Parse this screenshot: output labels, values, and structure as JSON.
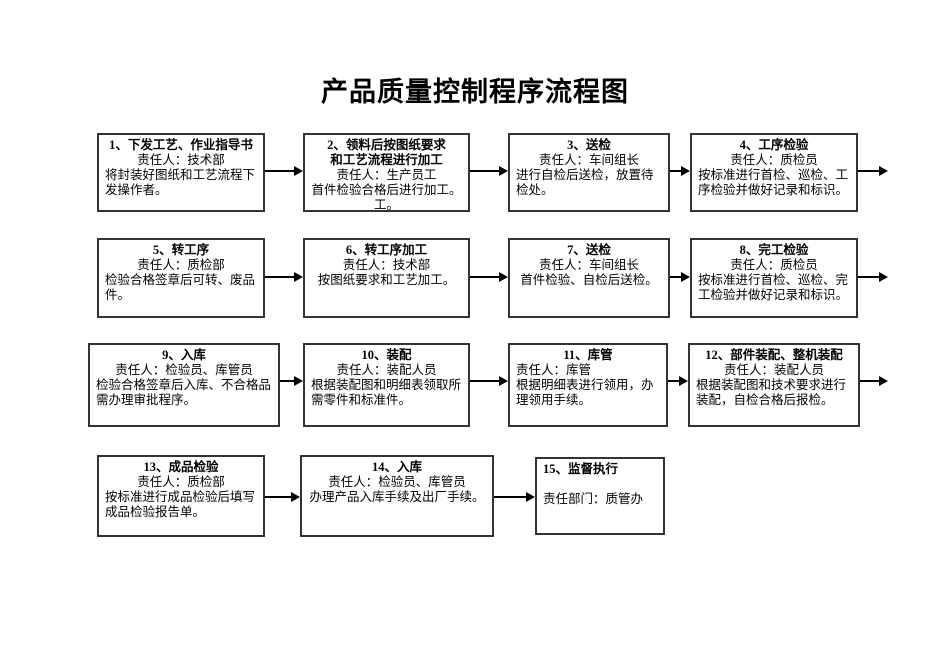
{
  "page": {
    "title": "产品质量控制程序流程图",
    "background_color": "#ffffff",
    "box_border_color": "#333333",
    "arrow_color": "#000000",
    "text_color": "#000000"
  },
  "flow": {
    "boxes": [
      {
        "id": "1",
        "title": "1、下发工艺、作业指导书",
        "responsible": "责任人：技术部",
        "description": "将封装好图纸和工艺流程下发操作者。"
      },
      {
        "id": "2",
        "title": "2、领料后按图纸要求\n和工艺流程进行加工",
        "responsible": "责任人：生产员工",
        "description": "首件检验合格后进行加工。\n工。"
      },
      {
        "id": "3",
        "title": "3、送检",
        "responsible": "责任人：车间组长",
        "description": "进行自检后送检，放置待检处。"
      },
      {
        "id": "4",
        "title": "4、工序检验",
        "responsible": "责任人：质检员",
        "description": "按标准进行首检、巡检、工序检验并做好记录和标识。"
      },
      {
        "id": "5",
        "title": "5、转工序",
        "responsible": "责任人：质检部",
        "description": "检验合格签章后可转、废品件。"
      },
      {
        "id": "6",
        "title": "6、转工序加工",
        "responsible": "责任人：技术部",
        "description": "按图纸要求和工艺加工。"
      },
      {
        "id": "7",
        "title": "7、送检",
        "responsible": "责任人：车间组长",
        "description": "首件检验、自检后送检。"
      },
      {
        "id": "8",
        "title": "8、完工检验",
        "responsible": "责任人：质检员",
        "description": "按标准进行首检、巡检、完工检验并做好记录和标识。"
      },
      {
        "id": "9",
        "title": "9、入库",
        "responsible": "责任人：检验员、库管员",
        "description": "检验合格签章后入库、不合格品需办理审批程序。"
      },
      {
        "id": "10",
        "title": "10、装配",
        "responsible": "责任人：装配人员",
        "description": "根据装配图和明细表领取所需零件和标准件。"
      },
      {
        "id": "11",
        "title": "11、库管",
        "responsible": "责任人：库管",
        "description": "根据明细表进行领用，办理领用手续。"
      },
      {
        "id": "12",
        "title": "12、部件装配、整机装配",
        "responsible": "责任人：装配人员",
        "description": "根据装配图和技术要求进行装配，自检合格后报检。"
      },
      {
        "id": "13",
        "title": "13、成品检验",
        "responsible": "责任人：质检部",
        "description": "按标准进行成品检验后填写成品检验报告单。"
      },
      {
        "id": "14",
        "title": "14、入库",
        "responsible": "责任人：检验员、库管员",
        "description": "办理产品入库手续及出厂手续。"
      },
      {
        "id": "15",
        "title": "15、监督执行",
        "responsible": "责任部门：质管办",
        "description": ""
      }
    ],
    "connections": [
      {
        "from": "1",
        "to": "2"
      },
      {
        "from": "2",
        "to": "3"
      },
      {
        "from": "3",
        "to": "4"
      },
      {
        "from": "4",
        "to": "next-row"
      },
      {
        "from": "5",
        "to": "6"
      },
      {
        "from": "6",
        "to": "7"
      },
      {
        "from": "7",
        "to": "8"
      },
      {
        "from": "8",
        "to": "next-row"
      },
      {
        "from": "9",
        "to": "10"
      },
      {
        "from": "10",
        "to": "11"
      },
      {
        "from": "11",
        "to": "12"
      },
      {
        "from": "12",
        "to": "next-row"
      },
      {
        "from": "13",
        "to": "14"
      },
      {
        "from": "14",
        "to": "15"
      }
    ]
  }
}
